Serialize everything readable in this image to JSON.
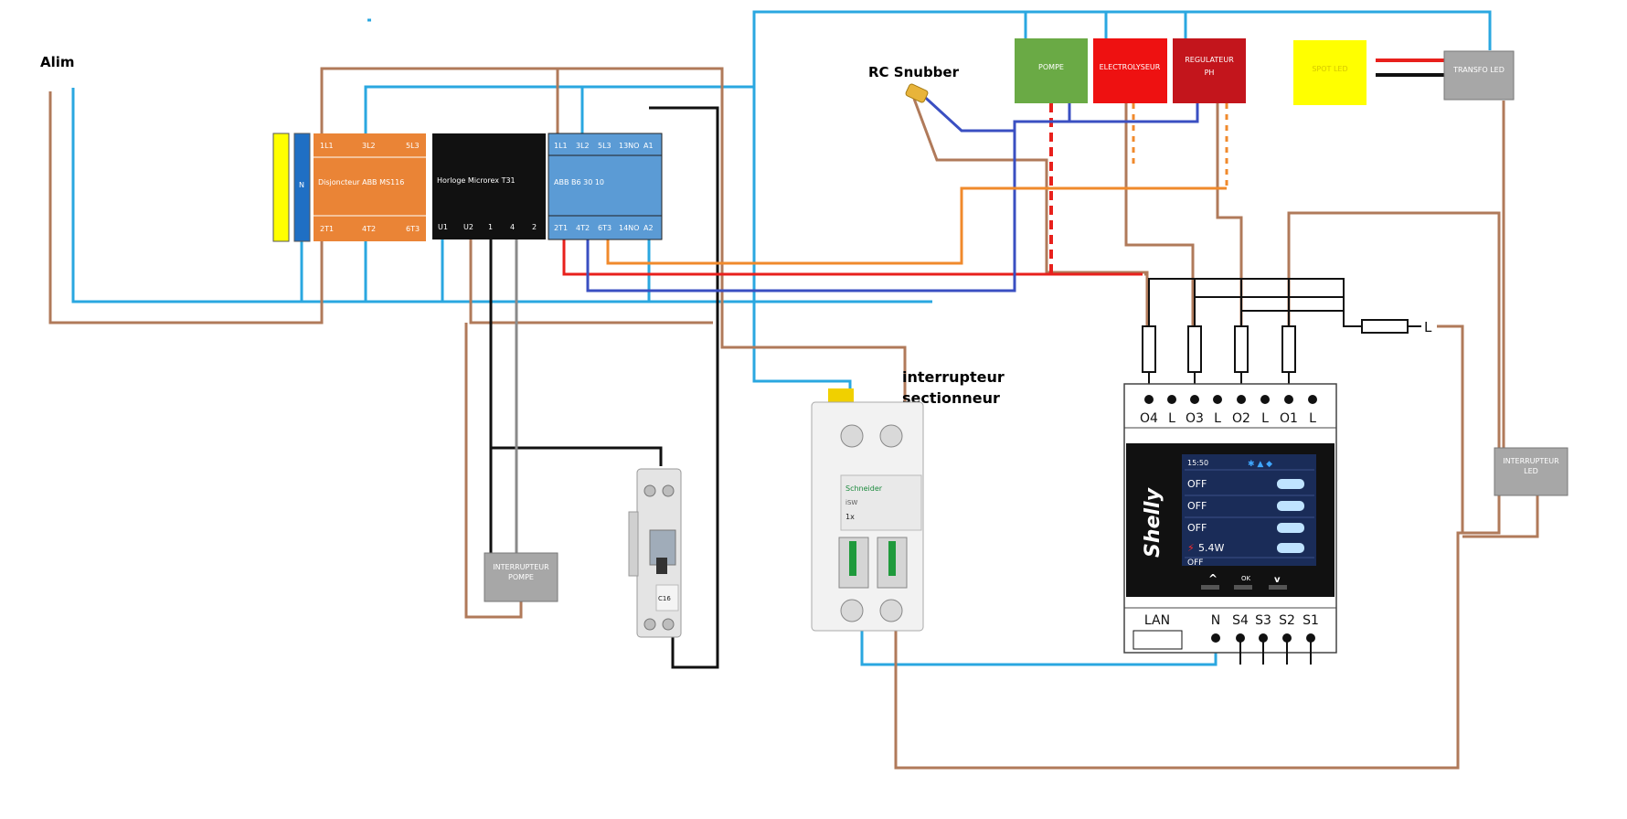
{
  "labels": {
    "alim": "Alim",
    "rc_snubber": "RC Snubber",
    "interrupteur_sectionneur_1": "interrupteur",
    "interrupteur_sectionneur_2": "sectionneur"
  },
  "devices": {
    "disjoncteur": {
      "title": "Disjoncteur ABB MS116",
      "top": [
        "1L1",
        "3L2",
        "5L3"
      ],
      "bottom": [
        "2T1",
        "4T2",
        "6T3"
      ]
    },
    "phase_bar": "",
    "neutral_bar": "N",
    "horloge": {
      "title": "Horloge Microrex T31",
      "terms": [
        "U1",
        "U2",
        "1",
        "4",
        "2"
      ]
    },
    "contacteur": {
      "title": "ABB B6 30 10",
      "top": [
        "1L1",
        "3L2",
        "5L3",
        "13NO",
        "A1"
      ],
      "bottom": [
        "2T1",
        "4T2",
        "6T3",
        "14NO",
        "A2"
      ]
    },
    "pompe": "POMPE",
    "electrolyseur": "ELECTROLYSEUR",
    "regulateur": [
      "REGULATEUR",
      "PH"
    ],
    "spot_led": "SPOT LED",
    "transfo_led": "TRANSFO LED",
    "interrupteur_led": [
      "INTERRUPTEUR",
      "LED"
    ],
    "interrupteur_pompe": [
      "INTERRUPTEUR",
      "POMPE"
    ],
    "mcb_small": [
      "C16"
    ],
    "sectionneur_text": [
      "Schneider",
      "iSW",
      "1x"
    ],
    "shelly": {
      "brand": "Shelly",
      "top_terms": [
        "O4",
        "L",
        "O3",
        "L",
        "O2",
        "L",
        "O1",
        "L"
      ],
      "bottom_terms": [
        "LAN",
        "N",
        "S4",
        "S3",
        "S2",
        "S1"
      ],
      "clock": "15:50",
      "rows": [
        "OFF",
        "OFF",
        "OFF",
        "5.4W",
        "OFF"
      ],
      "ok": "OK",
      "fuse_label": "L"
    }
  },
  "colors": {
    "brown": "#b07a5a",
    "blue": "#2aa7e0",
    "darkblue": "#3a4fc2",
    "red": "#e8201c",
    "orange": "#f08a2c",
    "black": "#111111",
    "grey": "#8a8a8a",
    "orange_box": "#ea8436",
    "blue_box": "#5b9bd5",
    "green_box": "#6aaa45",
    "red_box": "#ee1111",
    "darkred_box": "#c3151c",
    "yellow_box": "#ffff00",
    "grey_box": "#a7a7a7"
  }
}
